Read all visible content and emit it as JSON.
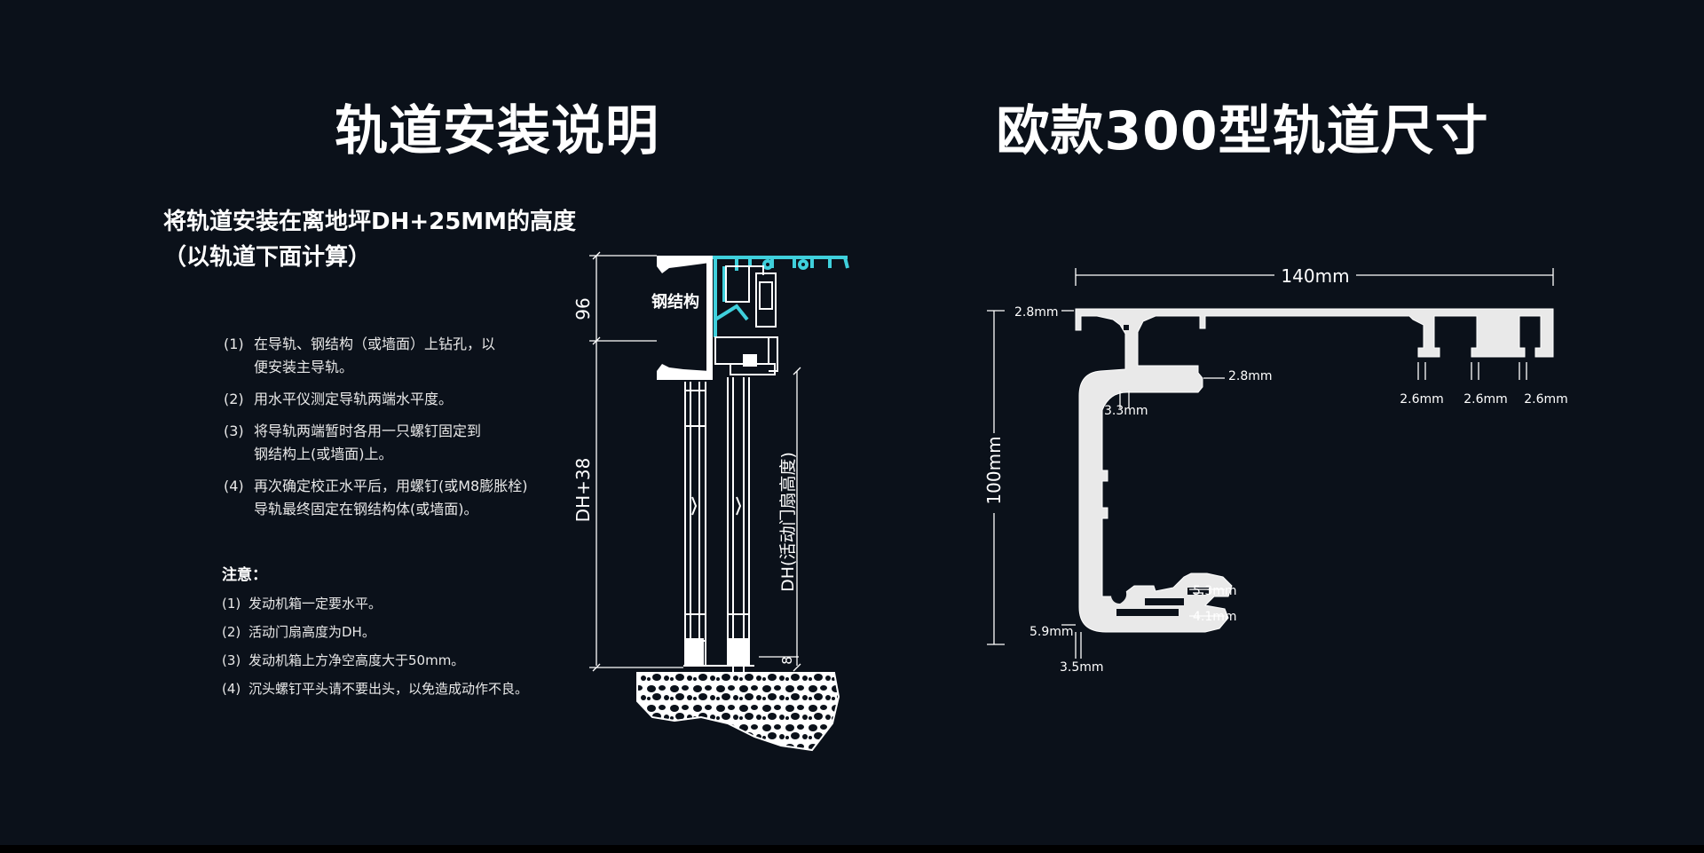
{
  "titles": {
    "left": "轨道安装说明",
    "right": "欧款300型轨道尺寸"
  },
  "install": {
    "subtitle_line1": "将轨道安装在离地坪DH+25MM的高度",
    "subtitle_line2": "（以轨道下面计算）",
    "steps": [
      {
        "num": "(1)",
        "text": "在导轨、钢结构（或墙面）上钻孔，以\n便安装主导轨。"
      },
      {
        "num": "(2)",
        "text": "用水平仪测定导轨两端水平度。"
      },
      {
        "num": "(3)",
        "text": "将导轨两端暂时各用一只螺钉固定到\n钢结构上(或墙面)上。"
      },
      {
        "num": "(4)",
        "text": "再次确定校正水平后，用螺钉(或M8膨胀栓)\n导轨最终固定在钢结构体(或墙面)。"
      }
    ],
    "notes_title": "注意：",
    "notes": [
      {
        "num": "(1)",
        "text": "发动机箱一定要水平。"
      },
      {
        "num": "(2)",
        "text": "活动门扇高度为DH。"
      },
      {
        "num": "(3)",
        "text": "发动机箱上方净空高度大于50mm。"
      },
      {
        "num": "(4)",
        "text": "沉头螺钉平头请不要出头，以免造成动作不良。"
      }
    ]
  },
  "section_diagram": {
    "dim_96": "96",
    "dim_dh38": "DH+38",
    "dim_dh": "DH(活动门扇高度)",
    "dim_8": "8",
    "steel_label": "钢结构"
  },
  "profile_dimensions": {
    "width": "140mm",
    "height": "100mm",
    "top_wall": "2.8mm",
    "lip": "2.8mm",
    "inner_wall": "3.3mm",
    "slot_1": "2.6mm",
    "slot_2": "2.6mm",
    "slot_3": "2.6mm",
    "groove_top": "5.3mm",
    "groove_bottom": "4.1mm",
    "bottom_left": "5.9mm",
    "bottom_wall": "3.5mm"
  },
  "colors": {
    "background": "#0b111a",
    "accent": "#3fd0dc",
    "line": "#ffffff"
  }
}
